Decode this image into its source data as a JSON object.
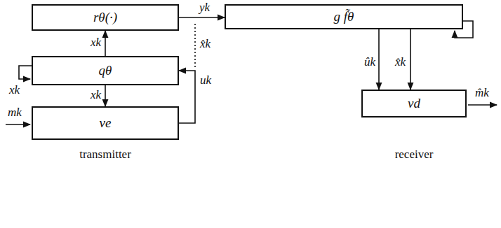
{
  "diagram": {
    "nodes": [
      {
        "text": [
          "rθ(·)"
        ]
      },
      {
        "text": [
          "g f̃θ"
        ]
      },
      {
        "text": [
          "qθ"
        ]
      },
      {
        "text": [
          "ve"
        ]
      },
      {
        "text": [
          "vd"
        ]
      }
    ],
    "edges": [
      {
        "from": 2,
        "to": 0,
        "arrow": "to",
        "label": "xk"
      },
      {
        "from": 0,
        "to": 1,
        "arrow": "to",
        "label": "yk"
      },
      {
        "from": 2,
        "to": 3,
        "arrow": "to",
        "label": "xk"
      },
      {
        "from": 3,
        "to": 2,
        "arrow": "to",
        "label": "uk"
      },
      {
        "from": 1,
        "to": 4,
        "arrow": "to",
        "label": "ûk"
      },
      {
        "from": 1,
        "to": 4,
        "arrow": "to",
        "label": "x̂k"
      }
    ],
    "labels": [
      "xk",
      "x̂k",
      "mk",
      "m̂k",
      "transmitter",
      "receiver"
    ]
  }
}
